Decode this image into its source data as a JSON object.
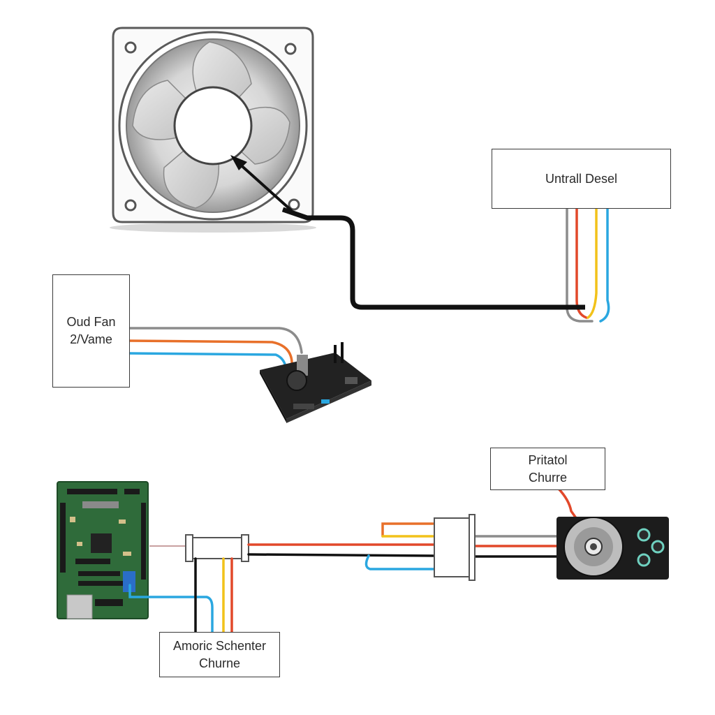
{
  "labels": {
    "top_right": "Untrall Desel",
    "left_line1": "Oud Fan",
    "left_line2": "2/Vame",
    "bottom_right_line1": "Pritatol",
    "bottom_right_line2": "Churre",
    "bottom_line1": "Amoric Schenter",
    "bottom_line2": "Churne"
  },
  "components": {
    "fan": "fan-icon",
    "controller": "motherboard-controller-icon",
    "pcb": "circuit-board-icon",
    "connector": "inline-connector-icon",
    "junction": "junction-block-icon",
    "motor": "motor-icon"
  },
  "colors": {
    "wire_black": "#111111",
    "wire_gray": "#8c8c8c",
    "wire_red": "#e2482a",
    "wire_orange": "#e8702a",
    "wire_yellow": "#f2c21a",
    "wire_blue": "#2aa7e0",
    "box_border": "#3a3a3a",
    "pcb_green": "#2f6b3a",
    "motor_dark": "#1c1c1c"
  }
}
